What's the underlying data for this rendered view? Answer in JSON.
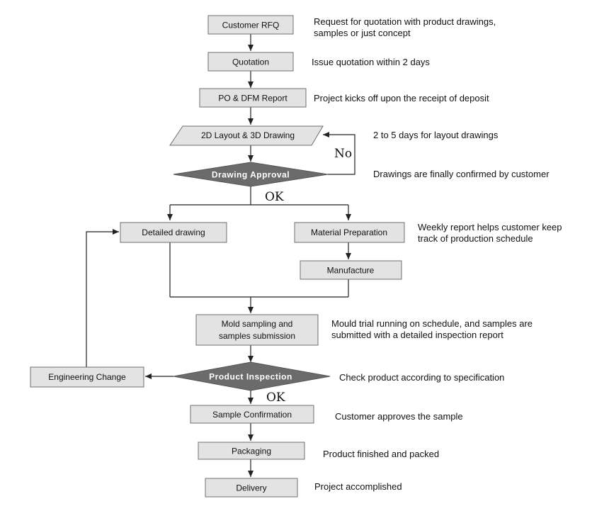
{
  "nodes": {
    "customer_rfq": "Customer  RFQ",
    "quotation": "Quotation",
    "po_dfm": "PO & DFM Report",
    "layout_drawing": "2D Layout & 3D Drawing",
    "drawing_approval": "Drawing  Approval",
    "detailed_drawing": "Detailed drawing",
    "material_preparation": "Material  Preparation",
    "manufacture": "Manufacture",
    "mold_sampling_line1": "Mold sampling and",
    "mold_sampling_line2": "samples submission",
    "product_inspection": "Product  Inspection",
    "engineering_change": "Engineering Change",
    "sample_confirmation": "Sample Confirmation",
    "packaging": "Packaging",
    "delivery": "Delivery"
  },
  "branches": {
    "no": "No",
    "ok_approval": "OK",
    "ok_inspection": "OK"
  },
  "notes": {
    "rfq_line1": "Request for quotation with product drawings,",
    "rfq_line2": "samples or just concept",
    "quotation": "Issue quotation within 2 days",
    "po": "Project kicks off upon the receipt of deposit",
    "layout": "2 to 5 days for layout drawings",
    "approval": "Drawings are finally confirmed by customer",
    "weekly_line1": "Weekly report helps customer keep",
    "weekly_line2": "track of production schedule",
    "mould_line1": "Mould trial running on schedule, and samples are",
    "mould_line2": "submitted with a detailed inspection report",
    "inspection": "Check product according to specification",
    "sample": "Customer approves the sample",
    "packaging": "Product finished and packed",
    "delivery": "Project accomplished"
  },
  "colors": {
    "box_fill": "#e3e3e3",
    "box_stroke": "#6f6f6f",
    "decision_fill": "#6b6b6b",
    "line": "#222222"
  }
}
